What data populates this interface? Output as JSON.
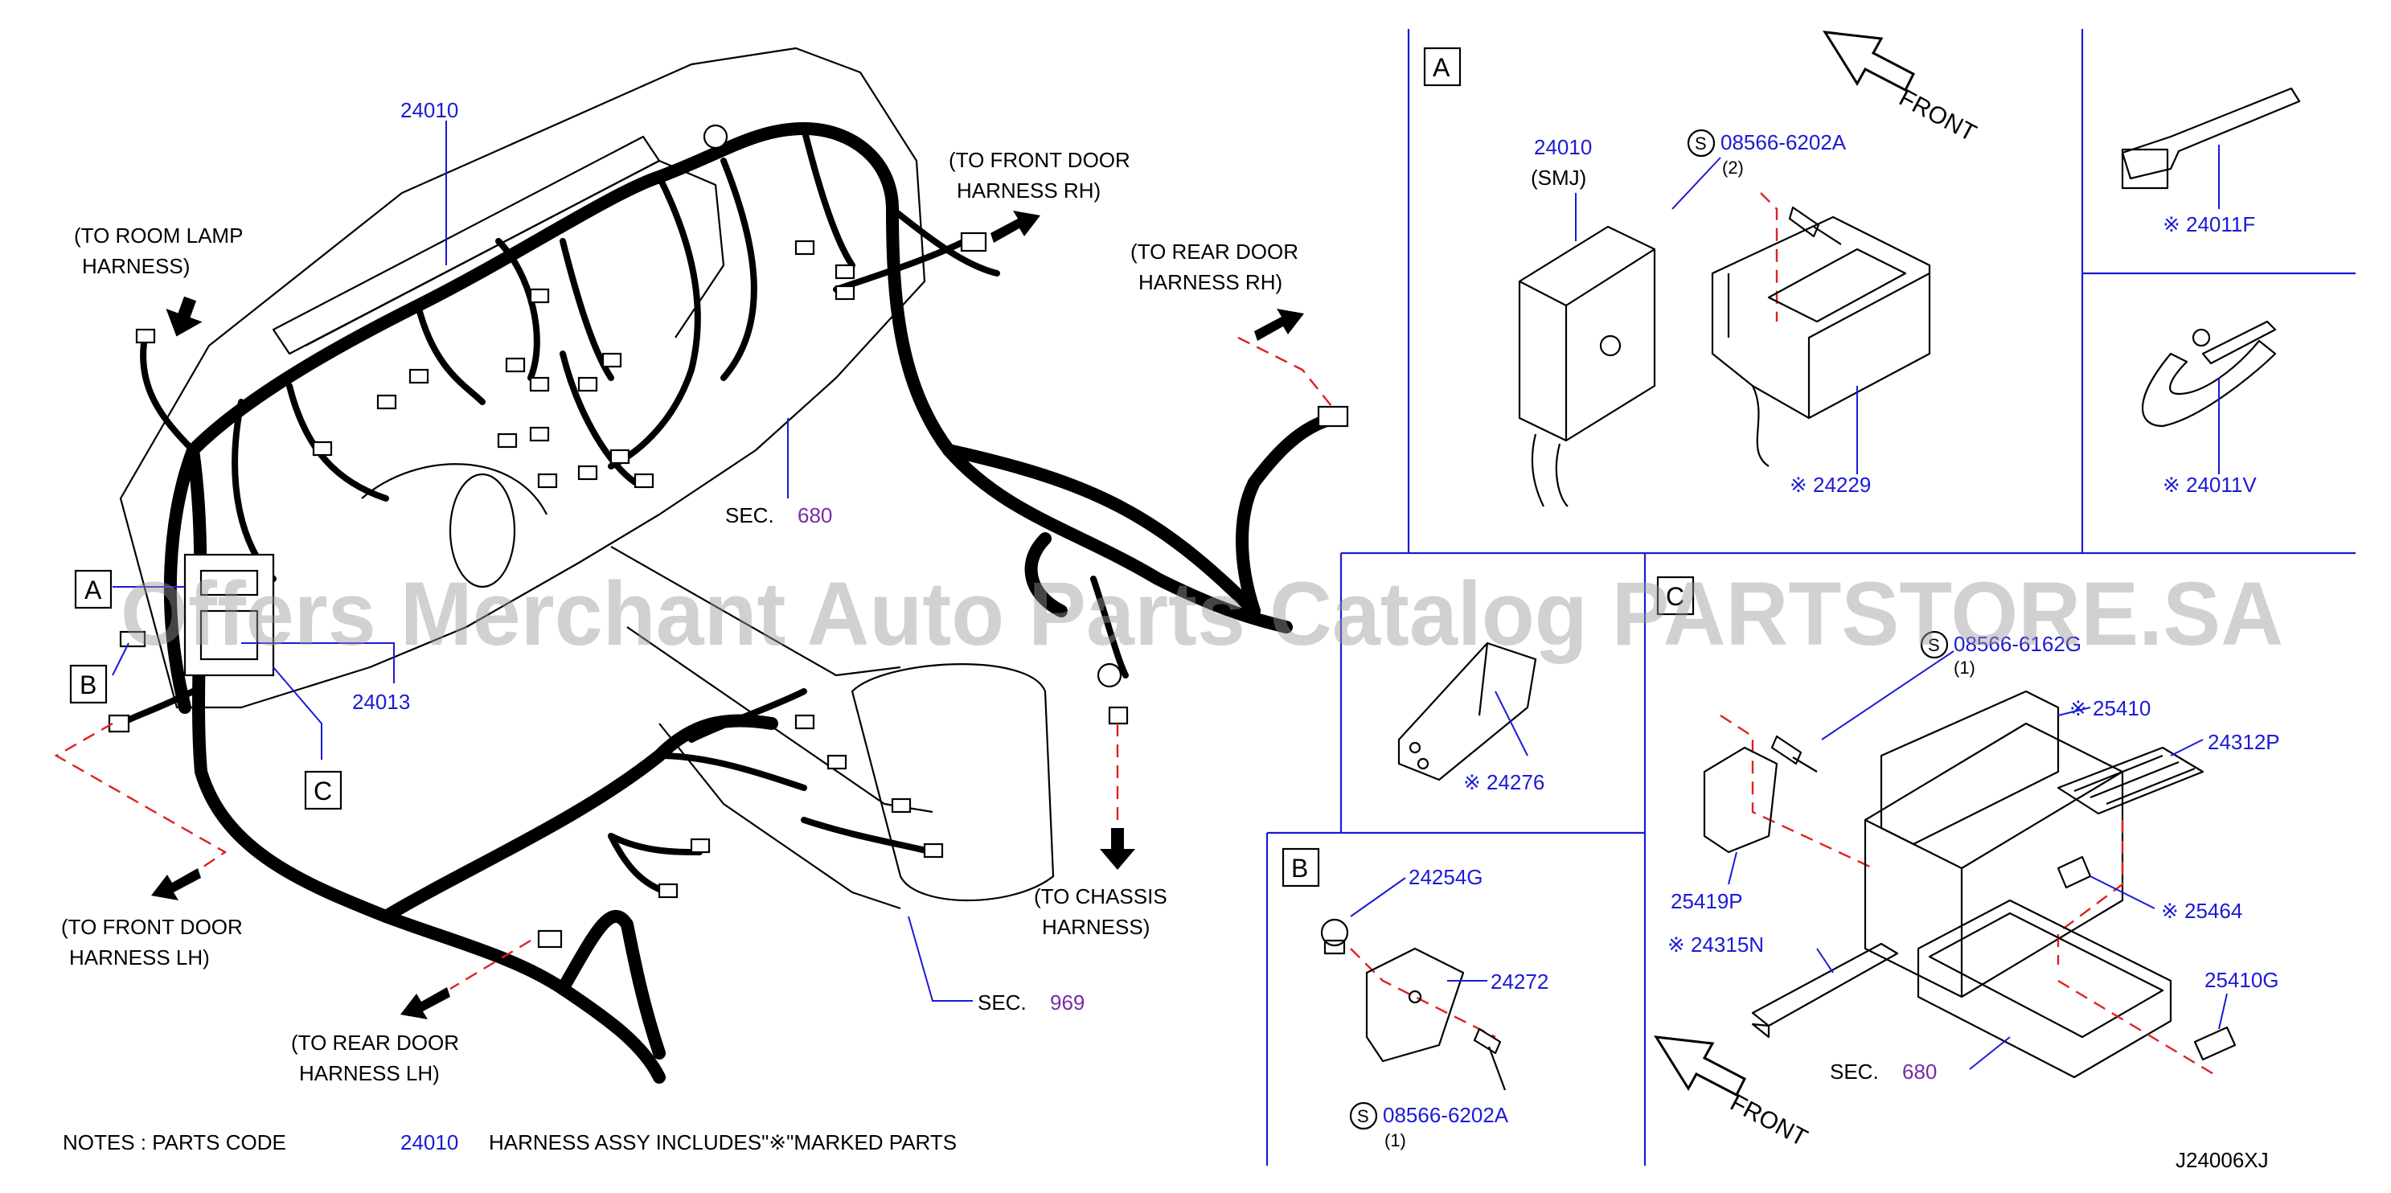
{
  "watermark": "Offers Merchant Auto Parts Catalog PARTSTORE.SA",
  "colors": {
    "part_number": "#1a1ad6",
    "section_ref": "#7a2aa8",
    "dash_line": "#e02020",
    "frame": "#1a1ad6",
    "watermark": "#9a9a9a"
  },
  "main": {
    "callouts": {
      "to_room_lamp": [
        "(TO  ROOM  LAMP",
        "HARNESS)"
      ],
      "to_front_door_rh": [
        "(TO  FRONT  DOOR",
        "HARNESS  RH)"
      ],
      "to_rear_door_rh": [
        "(TO  REAR  DOOR",
        "HARNESS  RH)"
      ],
      "to_front_door_lh": [
        "(TO  FRONT  DOOR",
        "HARNESS  LH)"
      ],
      "to_rear_door_lh": [
        "(TO  REAR  DOOR",
        "HARNESS  LH)"
      ],
      "to_chassis": [
        "(TO  CHASSIS",
        "HARNESS)"
      ]
    },
    "part_24010": "24010",
    "part_24013": "24013",
    "sec_680_label": "SEC.",
    "sec_680_num": "680",
    "sec_969_label": "SEC.",
    "sec_969_num": "969",
    "box_a": "A",
    "box_b": "B",
    "box_c": "C"
  },
  "notes": {
    "prefix": "NOTES  :  PARTS  CODE",
    "code": "24010",
    "suffix": "HARNESS  ASSY  INCLUDES\"※\"MARKED  PARTS"
  },
  "diagram_code": "J24006XJ",
  "panel_a": {
    "letter": "A",
    "front": "FRONT",
    "smj_part": "24010",
    "smj_label": "(SMJ)",
    "screw_symbol": "S",
    "screw_part": "08566-6202A",
    "screw_qty": "(2)",
    "bracket_part": "※ 24229"
  },
  "panel_clips": {
    "clip_f": "※ 24011F",
    "clip_v": "※ 24011V"
  },
  "panel_bracket": {
    "part": "※ 24276"
  },
  "panel_b": {
    "letter": "B",
    "grommet_part": "24254G",
    "bracket_part": "24272",
    "screw_symbol": "S",
    "screw_part": "08566-6202A",
    "screw_qty": "(1)"
  },
  "panel_c": {
    "letter": "C",
    "screw_symbol": "S",
    "screw_part": "08566-6162G",
    "screw_qty": "(1)",
    "fuse_block": "※ 25410",
    "cover_p": "24312P",
    "bracket_p": "25419P",
    "relay": "※ 25464",
    "strip": "※ 24315N",
    "box_g": "25410G",
    "sec_label": "SEC.",
    "sec_num": "680",
    "front": "FRONT"
  }
}
